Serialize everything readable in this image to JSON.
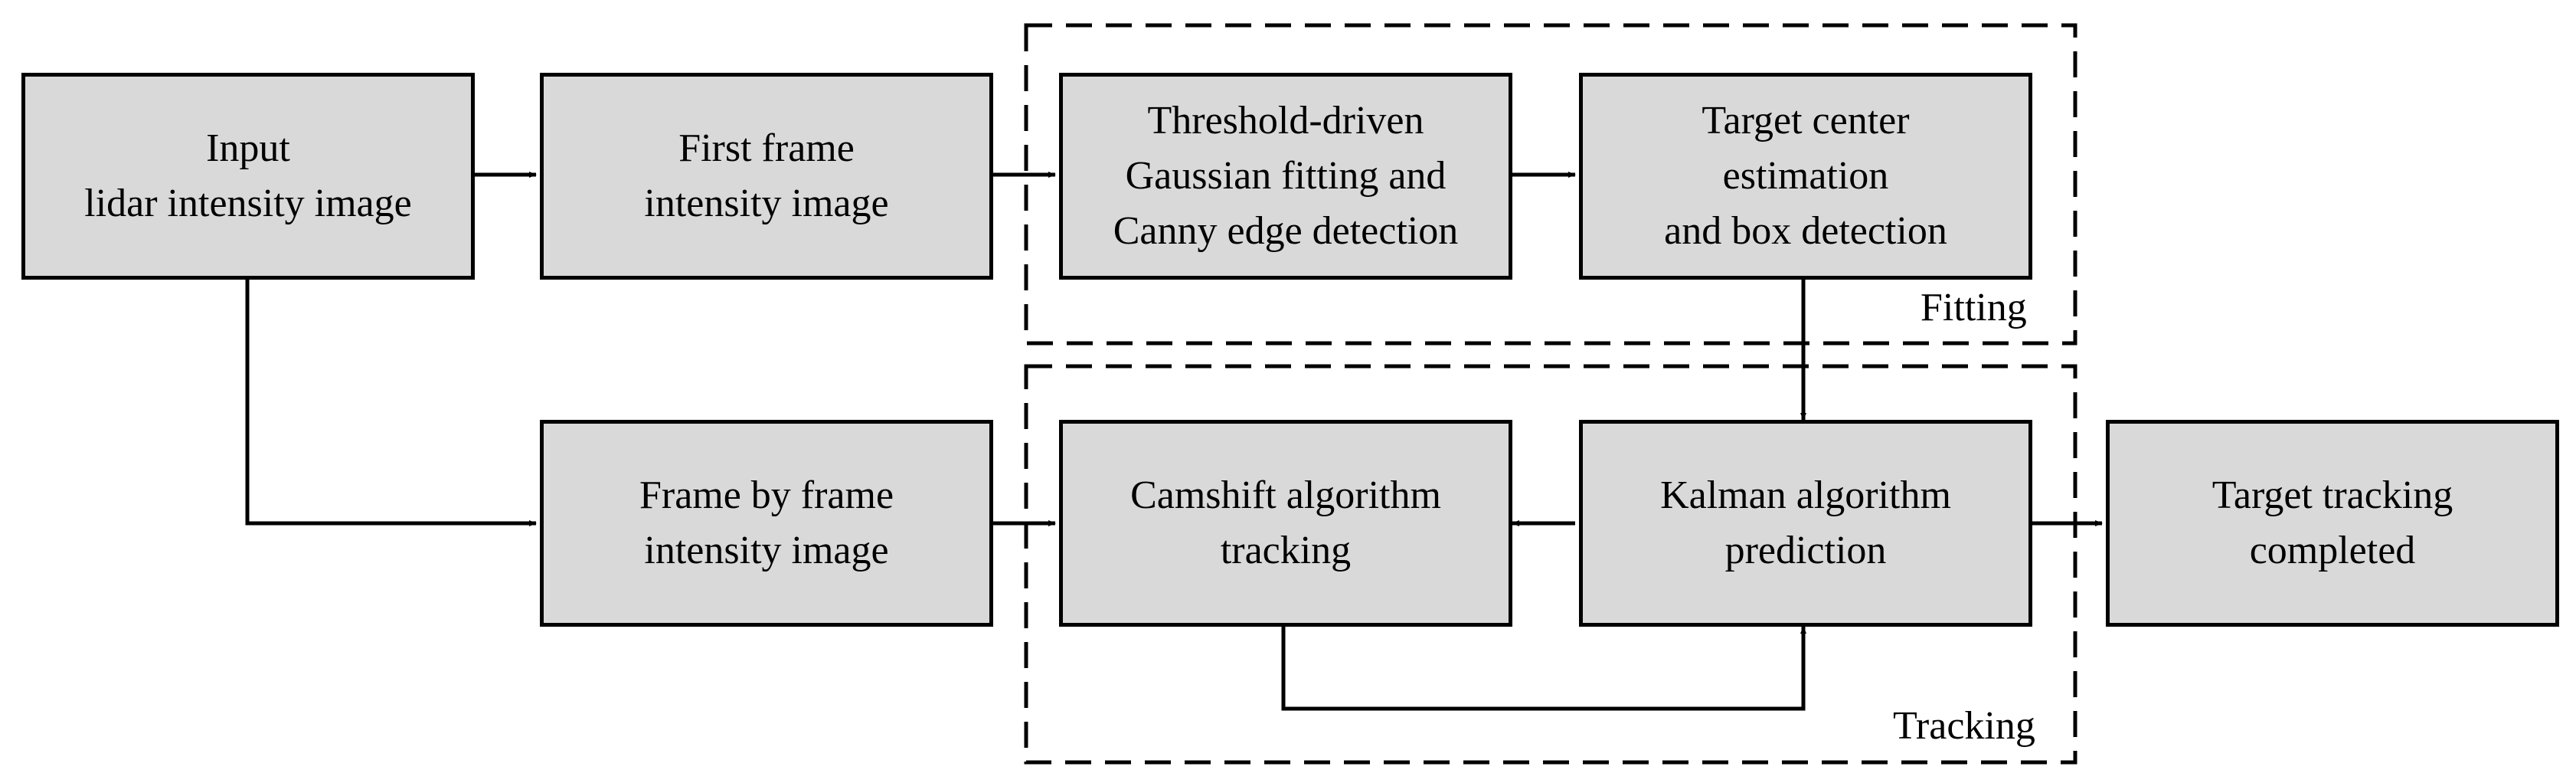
{
  "diagram": {
    "nodes": {
      "input": {
        "label": "Input\nlidar intensity image"
      },
      "first_frame": {
        "label": "First frame\nintensity image"
      },
      "threshold": {
        "label": "Threshold-driven\nGaussian fitting and\nCanny edge detection"
      },
      "target_center": {
        "label": "Target center\nestimation\nand box detection"
      },
      "frame_by_frame": {
        "label": "Frame by frame\nintensity image"
      },
      "camshift": {
        "label": "Camshift algorithm\ntracking"
      },
      "kalman": {
        "label": "Kalman algorithm\nprediction"
      },
      "completed": {
        "label": "Target tracking\ncompleted"
      }
    },
    "groups": {
      "fitting": {
        "label": "Fitting"
      },
      "tracking": {
        "label": "Tracking"
      }
    }
  }
}
